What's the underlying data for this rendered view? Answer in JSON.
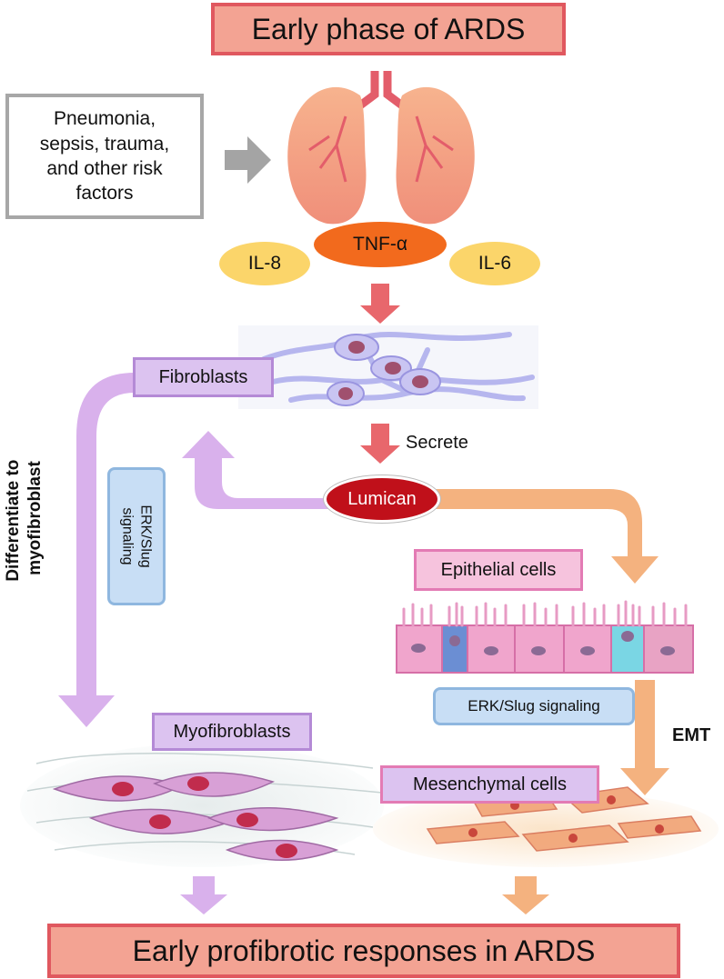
{
  "title": "Early phase of ARDS",
  "risk_factors": "Pneumonia, sepsis, trauma, and other risk factors",
  "cytokines": {
    "tnf": "TNF-α",
    "il8": "IL-8",
    "il6": "IL-6"
  },
  "fibroblasts": "Fibroblasts",
  "secrete": "Secrete",
  "lumican": "Lumican",
  "left_signal": "ERK/Slug signaling",
  "differentiate": "Differentiate to myofibroblast",
  "epithelial": "Epithelial cells",
  "right_signal": "ERK/Slug signaling",
  "emt": "EMT",
  "myofibroblasts": "Myofibroblasts",
  "mesenchymal": "Mesenchymal cells",
  "bottom": "Early profibrotic responses in ARDS",
  "colors": {
    "red_border": "#e0585f",
    "red_fill": "#f3a393",
    "purple_arrow": "#d9b1ec",
    "orange_arrow": "#f4b27f",
    "pink_arrow": "#e8676c",
    "lumican": "#c0101a"
  }
}
